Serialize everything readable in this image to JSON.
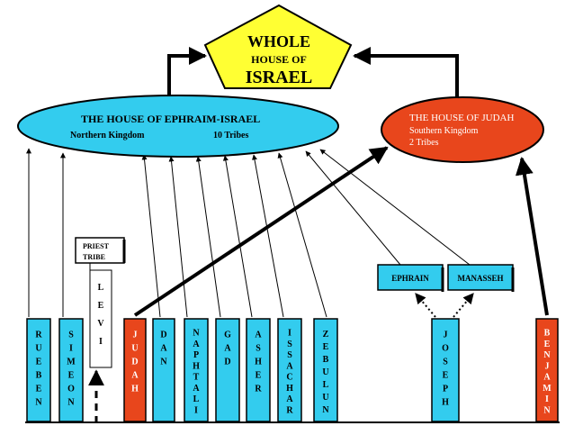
{
  "whole": {
    "line1": "WHOLE",
    "line2": "HOUSE OF",
    "line3": "ISRAEL"
  },
  "ephraim_house": {
    "title": "THE HOUSE OF EPHRAIM-ISRAEL",
    "subtitle": "Northern Kingdom",
    "count": "10 Tribes"
  },
  "judah_house": {
    "title": "THE HOUSE OF JUDAH",
    "subtitle": "Southern Kingdom",
    "count": "2 Tribes"
  },
  "priest_sign": {
    "line1": "PRIEST",
    "line2": "TRIBE"
  },
  "levi": "LEVI",
  "joseph_sons": [
    "EPHRAIN",
    "MANASSEH"
  ],
  "tribes": [
    {
      "name": "RUEBEN",
      "kingdom": "north"
    },
    {
      "name": "SIMEON",
      "kingdom": "north"
    },
    {
      "name": "JUDAH",
      "kingdom": "south"
    },
    {
      "name": "DAN",
      "kingdom": "north"
    },
    {
      "name": "NAPHTALI",
      "kingdom": "north"
    },
    {
      "name": "GAD",
      "kingdom": "north"
    },
    {
      "name": "ASHER",
      "kingdom": "north"
    },
    {
      "name": "ISSACHAR",
      "kingdom": "north"
    },
    {
      "name": "ZEBULUN",
      "kingdom": "north"
    },
    {
      "name": "JOSEPH",
      "kingdom": "north"
    },
    {
      "name": "BENJAMIN",
      "kingdom": "south"
    }
  ],
  "colors": {
    "north": "#33ccee",
    "south": "#e8461c",
    "whole": "#ffff33",
    "outline": "#000000"
  }
}
